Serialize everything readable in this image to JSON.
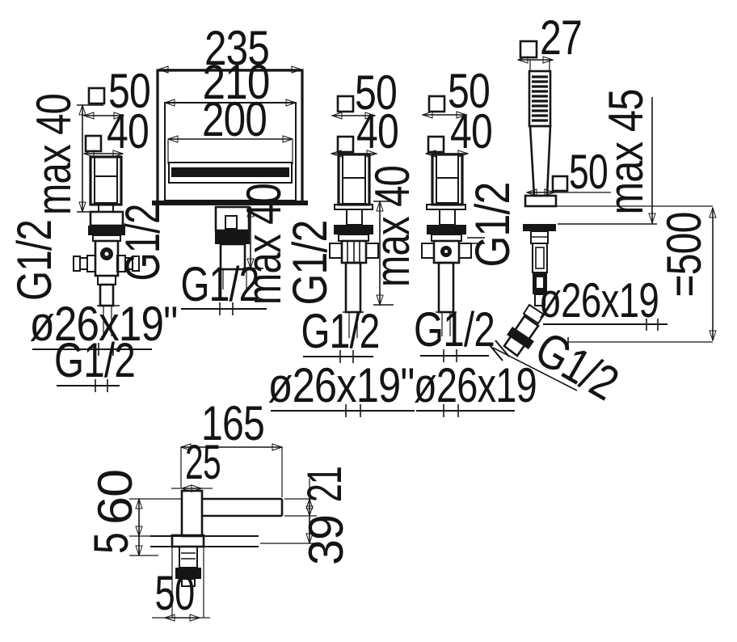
{
  "labels": {
    "spout": {
      "outer_width": "235",
      "inner_width": "210",
      "slot_width": "200",
      "bottom_thread": "G1/2",
      "deck_max": "max 40"
    },
    "left_valve": {
      "handle_square": "50",
      "body_square": "40",
      "deck_max": "max 40",
      "side_thread_left": "G1/2",
      "side_thread_right": "G1/2",
      "connection_size": "ø26x19\"",
      "bottom_thread": "G1/2"
    },
    "valve1": {
      "handle_square": "50",
      "body_square": "40",
      "side_thread": "G1/2",
      "deck_max": "max 40",
      "bottom_thread": "G1/2",
      "connection_size": "ø26x19\""
    },
    "valve2": {
      "handle_square": "50",
      "body_square": "40",
      "side_thread": "G1/2",
      "bottom_thread": "G1/2",
      "connection_size": "ø26x19"
    },
    "handshower": {
      "head_square": "27",
      "deck_max": "max 45",
      "escutcheon_size": "50",
      "connection_size": "ø26x19",
      "hose_length": "=500",
      "hose_thread": "G1/2"
    },
    "side_view": {
      "spout_reach": "165",
      "riser_offset": "25",
      "height_above_deck": "60",
      "plate_thickness": "5",
      "spout_thickness": "21",
      "drop": "39",
      "escutcheon_diameter": "50"
    }
  }
}
